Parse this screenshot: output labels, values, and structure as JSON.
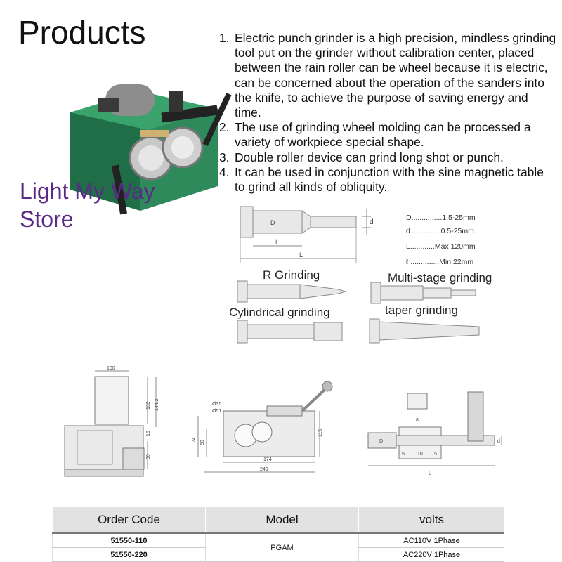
{
  "title": "Products",
  "features": [
    {
      "num": "1.",
      "text": "Electric punch grinder is a high precision, mindless grinding tool put on the grinder without calibration center, placed between the rain roller can be wheel because it is electric, can be concerned about the operation of the sanders into the knife, to achieve the purpose of saving energy and time."
    },
    {
      "num": "2.",
      "text": "The use of grinding wheel molding can be processed a variety of workpiece special shape."
    },
    {
      "num": "3.",
      "text": "Double roller device can grind long shot or punch."
    },
    {
      "num": "4.",
      "text": "It can be used in conjunction with the sine magnetic table to grind all kinds of obliquity."
    }
  ],
  "watermark": "Light My Way Store",
  "diagram": {
    "labels": {
      "D": "D",
      "d": "d",
      "l": "ℓ",
      "L": "L"
    },
    "specs": [
      "D...............1.5-25mm",
      "d...............0.5-25mm",
      "L............Max 120mm",
      "ℓ ..............Min 22mm"
    ],
    "grinding_types": {
      "r": "R Grinding",
      "multi": "Multi-stage grinding",
      "cyl": "Cylindrical grinding",
      "taper": "taper grinding"
    }
  },
  "drawings": {
    "front": {
      "w100": "100",
      "h132": "132",
      "h144": "144.2",
      "h15": "15",
      "h90": "90"
    },
    "side": {
      "d35": "Ø35",
      "d51": "Ø51",
      "h115": "115",
      "h74": "74",
      "h50": "50",
      "w174": "174",
      "w249": "249"
    },
    "detail": {
      "D": "D",
      "d": "d",
      "L": "L",
      "s5a": "5",
      "s10": "10",
      "s5b": "5",
      "s8": "8"
    }
  },
  "table": {
    "headers": [
      "Order Code",
      "Model",
      "volts"
    ],
    "rows": [
      {
        "code": "51550-110",
        "volts": "AC110V 1Phase"
      },
      {
        "code": "51550-220",
        "volts": "AC220V 1Phase"
      }
    ],
    "model": "PGAM"
  }
}
